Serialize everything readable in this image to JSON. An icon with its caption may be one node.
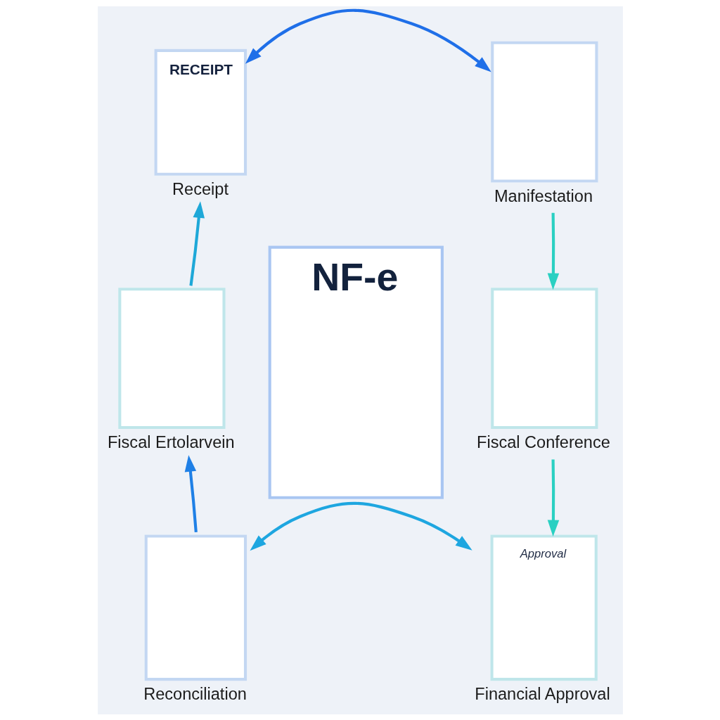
{
  "diagram": {
    "nodes": [
      {
        "text": [
          "RECEIPT",
          "Receipt"
        ]
      },
      {
        "text": [
          "Manifestation"
        ]
      },
      {
        "text": [
          "Fiscal Ertolarvein"
        ]
      },
      {
        "text": [
          "NF-e"
        ]
      },
      {
        "text": [
          "Fiscal Conference"
        ]
      },
      {
        "text": [
          "Reconciliation"
        ]
      },
      {
        "text": [
          "Approval",
          "Financial Approval"
        ]
      }
    ],
    "edges": [
      {
        "from": 0,
        "to": 1,
        "arrow": "both",
        "color": "#1f6fe8"
      },
      {
        "from": 1,
        "to": 4,
        "arrow": "to",
        "color": "#2ad0c2"
      },
      {
        "from": 4,
        "to": 6,
        "arrow": "to",
        "color": "#2ad0c2"
      },
      {
        "from": 5,
        "to": 6,
        "arrow": "both",
        "color": "#1ea6e0"
      },
      {
        "from": 5,
        "to": 2,
        "arrow": "to",
        "color": "#1f80e6"
      },
      {
        "from": 2,
        "to": 0,
        "arrow": "to",
        "color": "#1ea8d8"
      }
    ]
  }
}
